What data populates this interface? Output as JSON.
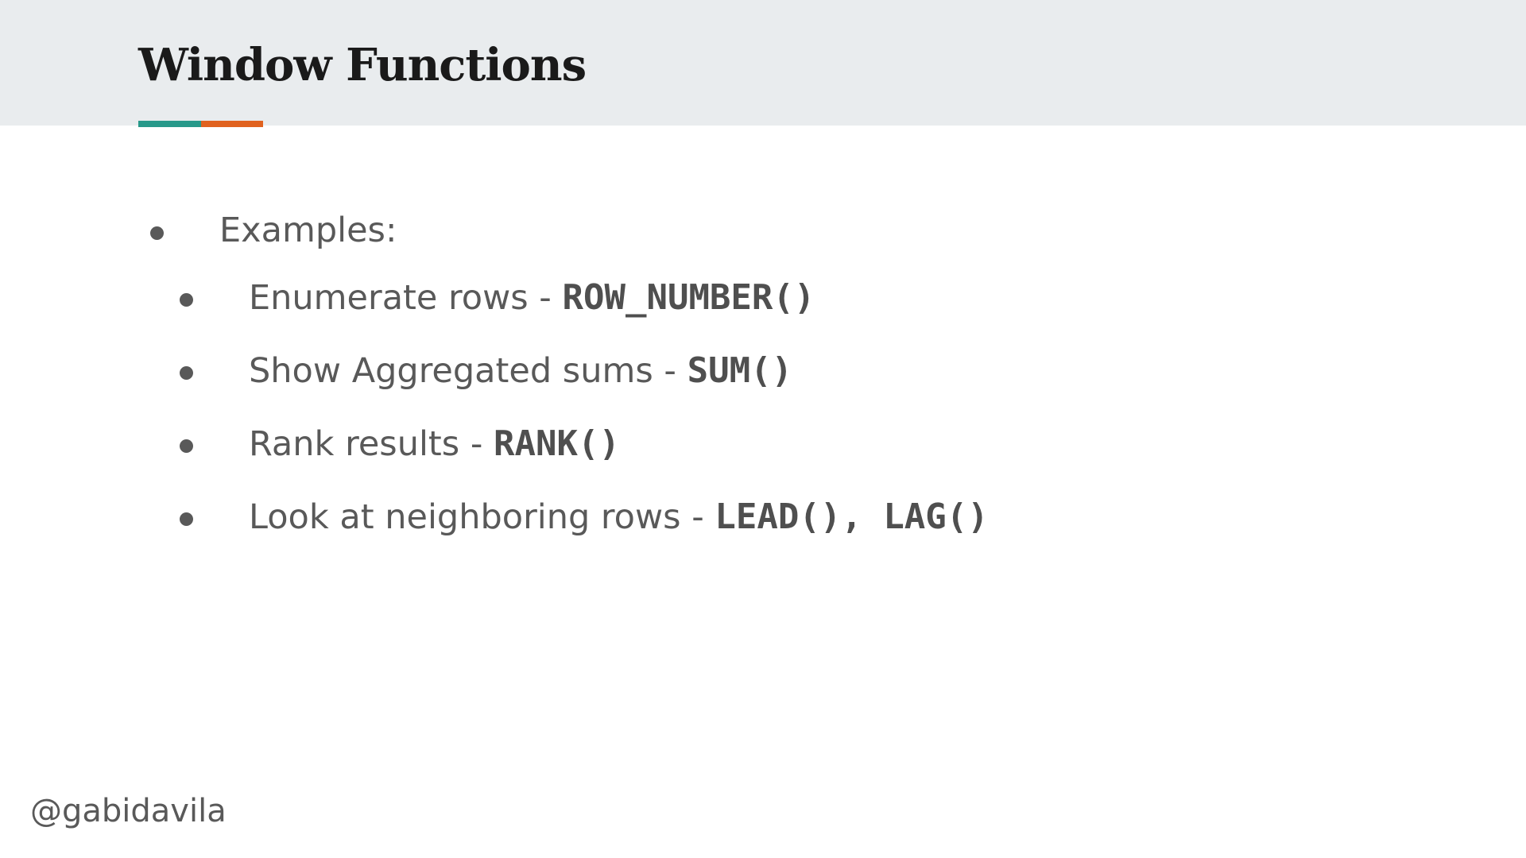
{
  "slide": {
    "title": "Window Functions",
    "accent_colors": {
      "teal": "#27998a",
      "orange": "#e0621f"
    },
    "bullets": [
      {
        "text": "Examples:",
        "code": ""
      },
      {
        "text": "Enumerate rows - ",
        "code": "ROW_NUMBER()"
      },
      {
        "text": "Show Aggregated sums - ",
        "code": "SUM()"
      },
      {
        "text": "Rank results - ",
        "code": "RANK()"
      },
      {
        "text": "Look at neighboring rows - ",
        "code": "LEAD(), LAG()"
      }
    ],
    "footer_handle": "@gabidavila"
  }
}
